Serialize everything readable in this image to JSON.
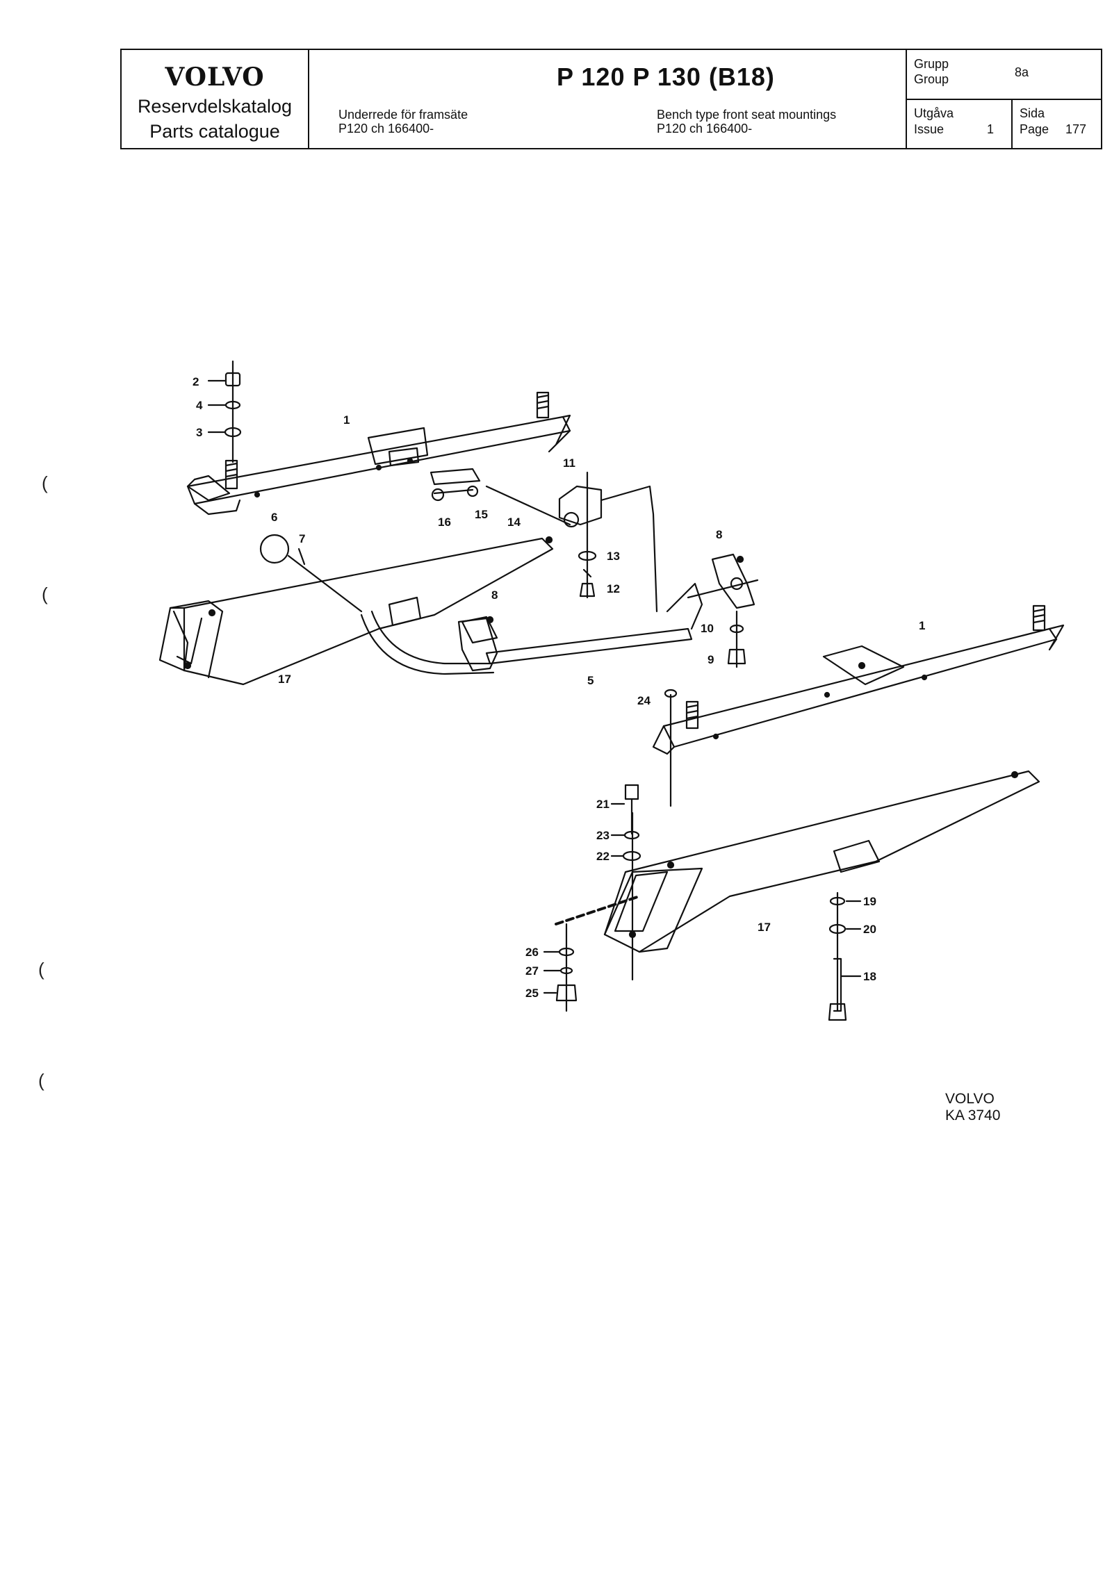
{
  "header": {
    "brand": "VOLVO",
    "catalog_sv": "Reservdelskatalog",
    "catalog_en": "Parts catalogue",
    "model": "P 120   P 130 (B18)",
    "title_sv": "Underrede för framsäte",
    "subtitle_sv": "P120 ch 166400-",
    "title_en": "Bench type front seat mountings",
    "subtitle_en": "P120 ch 166400-",
    "group_label_sv": "Grupp",
    "group_label_en": "Group",
    "group_value": "8a",
    "issue_label_sv": "Utgåva",
    "issue_label_en": "Issue",
    "issue_value": "1",
    "page_label_sv": "Sida",
    "page_label_en": "Page",
    "page_value": "177"
  },
  "callouts": [
    "1",
    "2",
    "3",
    "4",
    "5",
    "6",
    "7",
    "8",
    "9",
    "10",
    "11",
    "12",
    "13",
    "14",
    "15",
    "16",
    "17",
    "18",
    "19",
    "20",
    "21",
    "22",
    "23",
    "24",
    "25",
    "26",
    "27"
  ],
  "footer": {
    "brand": "VOLVO",
    "drawing_ref": "KA 3740"
  }
}
